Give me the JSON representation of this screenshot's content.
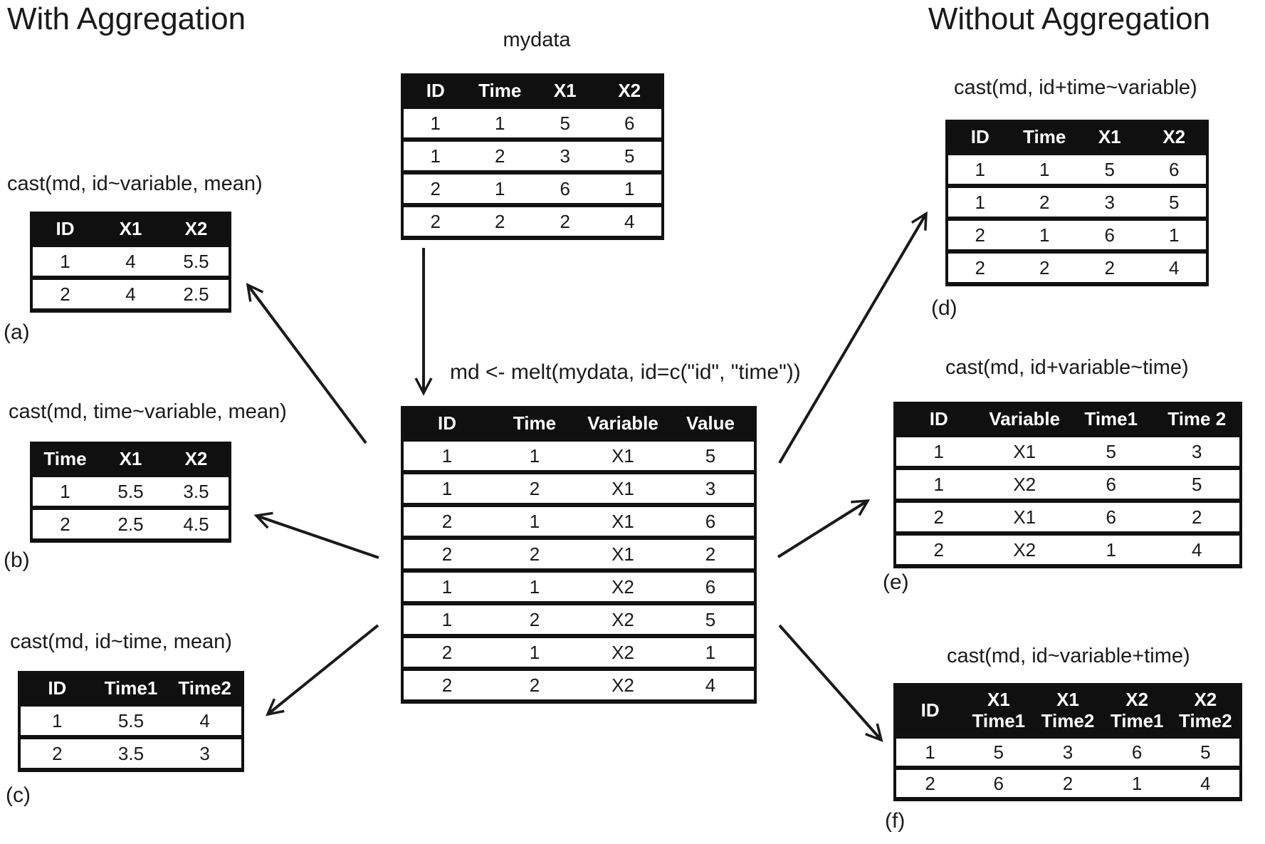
{
  "titles": {
    "left": "With Aggregation",
    "right": "Without Aggregation"
  },
  "melt_expression": "md <- melt(mydata, id=c(\"id\", \"time\"))",
  "tables": {
    "mydata": {
      "title": "mydata",
      "headers": [
        "ID",
        "Time",
        "X1",
        "X2"
      ],
      "rows": [
        [
          "1",
          "1",
          "5",
          "6"
        ],
        [
          "1",
          "2",
          "3",
          "5"
        ],
        [
          "2",
          "1",
          "6",
          "1"
        ],
        [
          "2",
          "2",
          "2",
          "4"
        ]
      ]
    },
    "md": {
      "headers": [
        "ID",
        "Time",
        "Variable",
        "Value"
      ],
      "rows": [
        [
          "1",
          "1",
          "X1",
          "5"
        ],
        [
          "1",
          "2",
          "X1",
          "3"
        ],
        [
          "2",
          "1",
          "X1",
          "6"
        ],
        [
          "2",
          "2",
          "X1",
          "2"
        ],
        [
          "1",
          "1",
          "X2",
          "6"
        ],
        [
          "1",
          "2",
          "X2",
          "5"
        ],
        [
          "2",
          "1",
          "X2",
          "1"
        ],
        [
          "2",
          "2",
          "X2",
          "4"
        ]
      ]
    },
    "a": {
      "title": "cast(md, id~variable, mean)",
      "tag": "(a)",
      "headers": [
        "ID",
        "X1",
        "X2"
      ],
      "rows": [
        [
          "1",
          "4",
          "5.5"
        ],
        [
          "2",
          "4",
          "2.5"
        ]
      ]
    },
    "b": {
      "title": "cast(md, time~variable, mean)",
      "tag": "(b)",
      "headers": [
        "Time",
        "X1",
        "X2"
      ],
      "rows": [
        [
          "1",
          "5.5",
          "3.5"
        ],
        [
          "2",
          "2.5",
          "4.5"
        ]
      ]
    },
    "c": {
      "title": "cast(md, id~time, mean)",
      "tag": "(c)",
      "headers": [
        "ID",
        "Time1",
        "Time2"
      ],
      "rows": [
        [
          "1",
          "5.5",
          "4"
        ],
        [
          "2",
          "3.5",
          "3"
        ]
      ]
    },
    "d": {
      "title": "cast(md, id+time~variable)",
      "tag": "(d)",
      "headers": [
        "ID",
        "Time",
        "X1",
        "X2"
      ],
      "rows": [
        [
          "1",
          "1",
          "5",
          "6"
        ],
        [
          "1",
          "2",
          "3",
          "5"
        ],
        [
          "2",
          "1",
          "6",
          "1"
        ],
        [
          "2",
          "2",
          "2",
          "4"
        ]
      ]
    },
    "e": {
      "title": "cast(md, id+variable~time)",
      "tag": "(e)",
      "headers": [
        "ID",
        "Variable",
        "Time1",
        "Time 2"
      ],
      "rows": [
        [
          "1",
          "X1",
          "5",
          "3"
        ],
        [
          "1",
          "X2",
          "6",
          "5"
        ],
        [
          "2",
          "X1",
          "6",
          "2"
        ],
        [
          "2",
          "X2",
          "1",
          "4"
        ]
      ]
    },
    "f": {
      "title": "cast(md, id~variable+time)",
      "tag": "(f)",
      "headers": [
        "ID",
        "X1\nTime1",
        "X1\nTime2",
        "X2\nTime1",
        "X2\nTime2"
      ],
      "rows": [
        [
          "1",
          "5",
          "3",
          "6",
          "5"
        ],
        [
          "2",
          "6",
          "2",
          "1",
          "4"
        ]
      ]
    }
  }
}
